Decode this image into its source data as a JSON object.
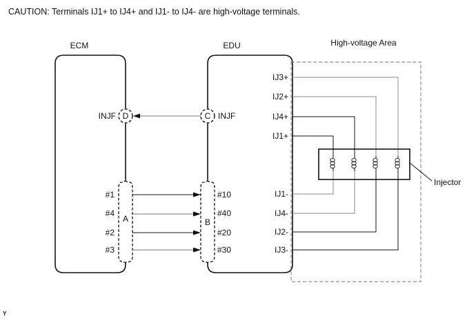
{
  "caption": "CAUTION: Terminals IJ1+ to IJ4+ and IJ1- to IJ4- are high-voltage terminals.",
  "footer_code": "Y",
  "ecm": {
    "label": "ECM",
    "injf_label": "INJF",
    "connector_d": "D",
    "connector_a": "A",
    "pins": [
      "#1",
      "#4",
      "#2",
      "#3"
    ]
  },
  "edu": {
    "label": "EDU",
    "injf_label": "INJF",
    "connector_c": "C",
    "connector_b": "B",
    "pins": [
      "#10",
      "#40",
      "#20",
      "#30"
    ],
    "plus_terminals": [
      "IJ3+",
      "IJ2+",
      "IJ4+",
      "IJ1+"
    ],
    "minus_terminals": [
      "IJ1-",
      "IJ4-",
      "IJ2-",
      "IJ3-"
    ]
  },
  "high_voltage_area": {
    "label": "High-voltage Area"
  },
  "injector": {
    "label": "Injector",
    "coil_count": 4
  }
}
